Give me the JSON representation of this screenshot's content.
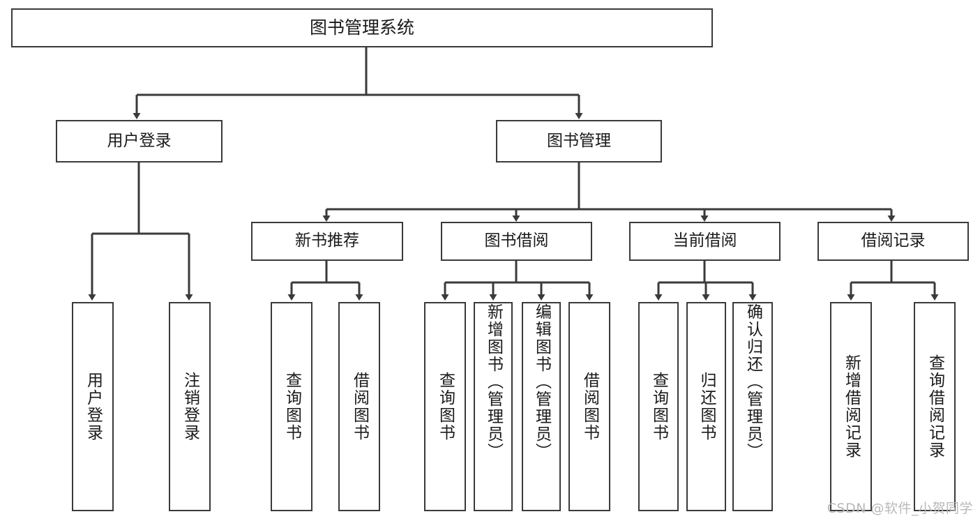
{
  "diagram": {
    "type": "tree-hierarchy",
    "title": "图书管理系统",
    "watermark": "CSDN @软件_小贺同学",
    "colors": {
      "box_border": "#3a3a3a",
      "box_fill": "#ffffff",
      "edge": "#3a3a3a",
      "text": "#1a1a1a",
      "watermark": "#b9b9b9"
    },
    "root": {
      "label": "图书管理系统"
    },
    "level2": [
      {
        "label": "用户登录"
      },
      {
        "label": "图书管理"
      }
    ],
    "level3": [
      {
        "label": "新书推荐"
      },
      {
        "label": "图书借阅"
      },
      {
        "label": "当前借阅"
      },
      {
        "label": "借阅记录"
      }
    ],
    "leaves": {
      "user_login": [
        {
          "label": "用户登录"
        },
        {
          "label": "注销登录"
        }
      ],
      "new_book_recommend": [
        {
          "label": "查询图书"
        },
        {
          "label": "借阅图书"
        }
      ],
      "book_borrow": [
        {
          "label": "查询图书"
        },
        {
          "label": "新增图书（管理员）"
        },
        {
          "label": "编辑图书（管理员）"
        },
        {
          "label": "借阅图书"
        }
      ],
      "current_borrow": [
        {
          "label": "查询图书"
        },
        {
          "label": "归还图书"
        },
        {
          "label": "确认归还（管理员）"
        }
      ],
      "borrow_record": [
        {
          "label": "新增借阅记录"
        },
        {
          "label": "查询借阅记录"
        }
      ]
    }
  }
}
